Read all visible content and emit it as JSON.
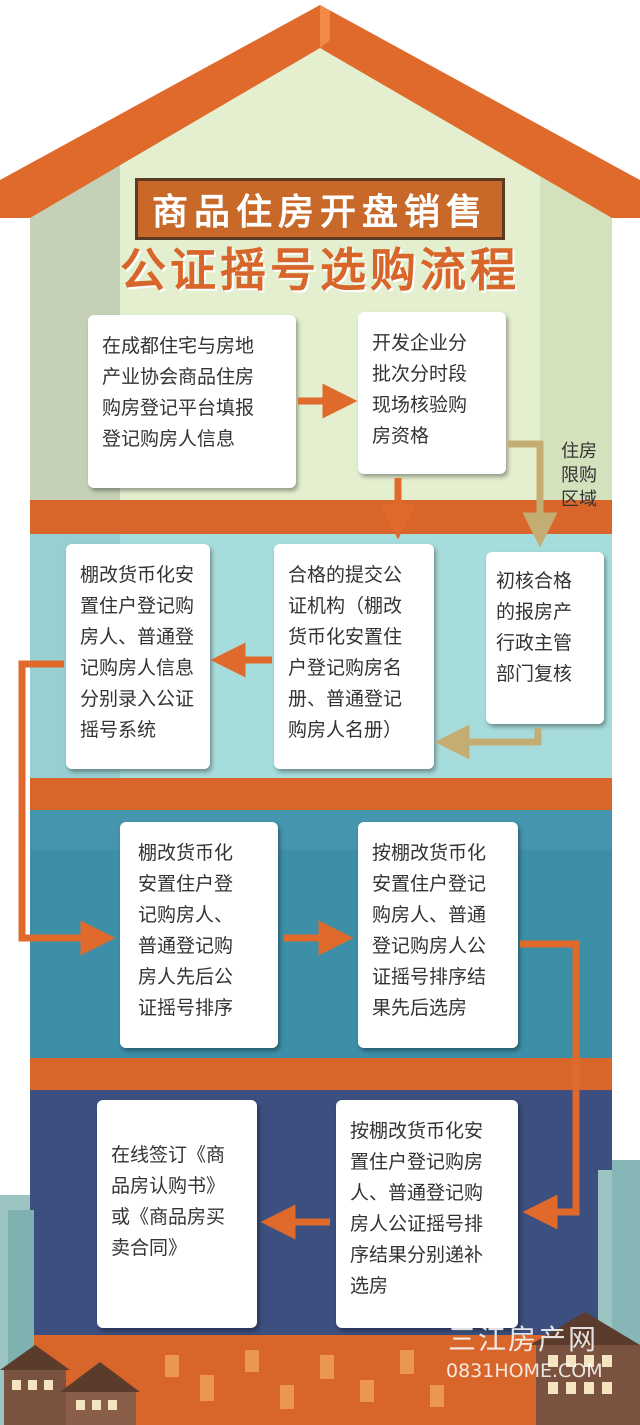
{
  "title": {
    "line1": "商品住房开盘销售",
    "line2": "公证摇号选购流程"
  },
  "steps": {
    "register": "在成都住宅与房地\n产业协会商品住房\n购房登记平台填报\n登记购房人信息",
    "verify": "开发企业分\n批次分时段\n现场核验购\n房资格",
    "submit": "合格的提交公\n证机构（棚改\n货币化安置住\n户登记购房名\n册、普通登记\n购房人名册）",
    "recheck": "初核合格\n的报房产\n行政主管\n部门复核",
    "record": "棚改货币化安\n置住户登记购\n房人、普通登\n记购房人信息\n分别录入公证\n摇号系统",
    "lottery": "棚改货币化\n安置住户登\n记购房人、\n普通登记购\n房人先后公\n证摇号排序",
    "select": "按棚改货币化\n安置住户登记\n购房人、普通\n登记购房人公\n证摇号排序结\n果先后选房",
    "supplement": "按棚改货币化安\n置住户登记购房\n人、普通登记购\n房人公证摇号排\n序结果分别递补\n选房",
    "sign": "在线签订《商\n品房认购书》\n或《商品房买\n卖合同》"
  },
  "side_label": "住房\n限购\n区域",
  "watermark": {
    "line1": "三江房产网",
    "line2": "0831HOME.COM"
  },
  "colors": {
    "roof": "#e06a2c",
    "attic": "#e4efd0",
    "floor1": "#a7dcdc",
    "floor2": "#3d8fa8",
    "floor3": "#3c4f7e",
    "band": "#d8662a",
    "arrow": "#e06a2c",
    "arrow_khaki": "#c4ad72"
  }
}
